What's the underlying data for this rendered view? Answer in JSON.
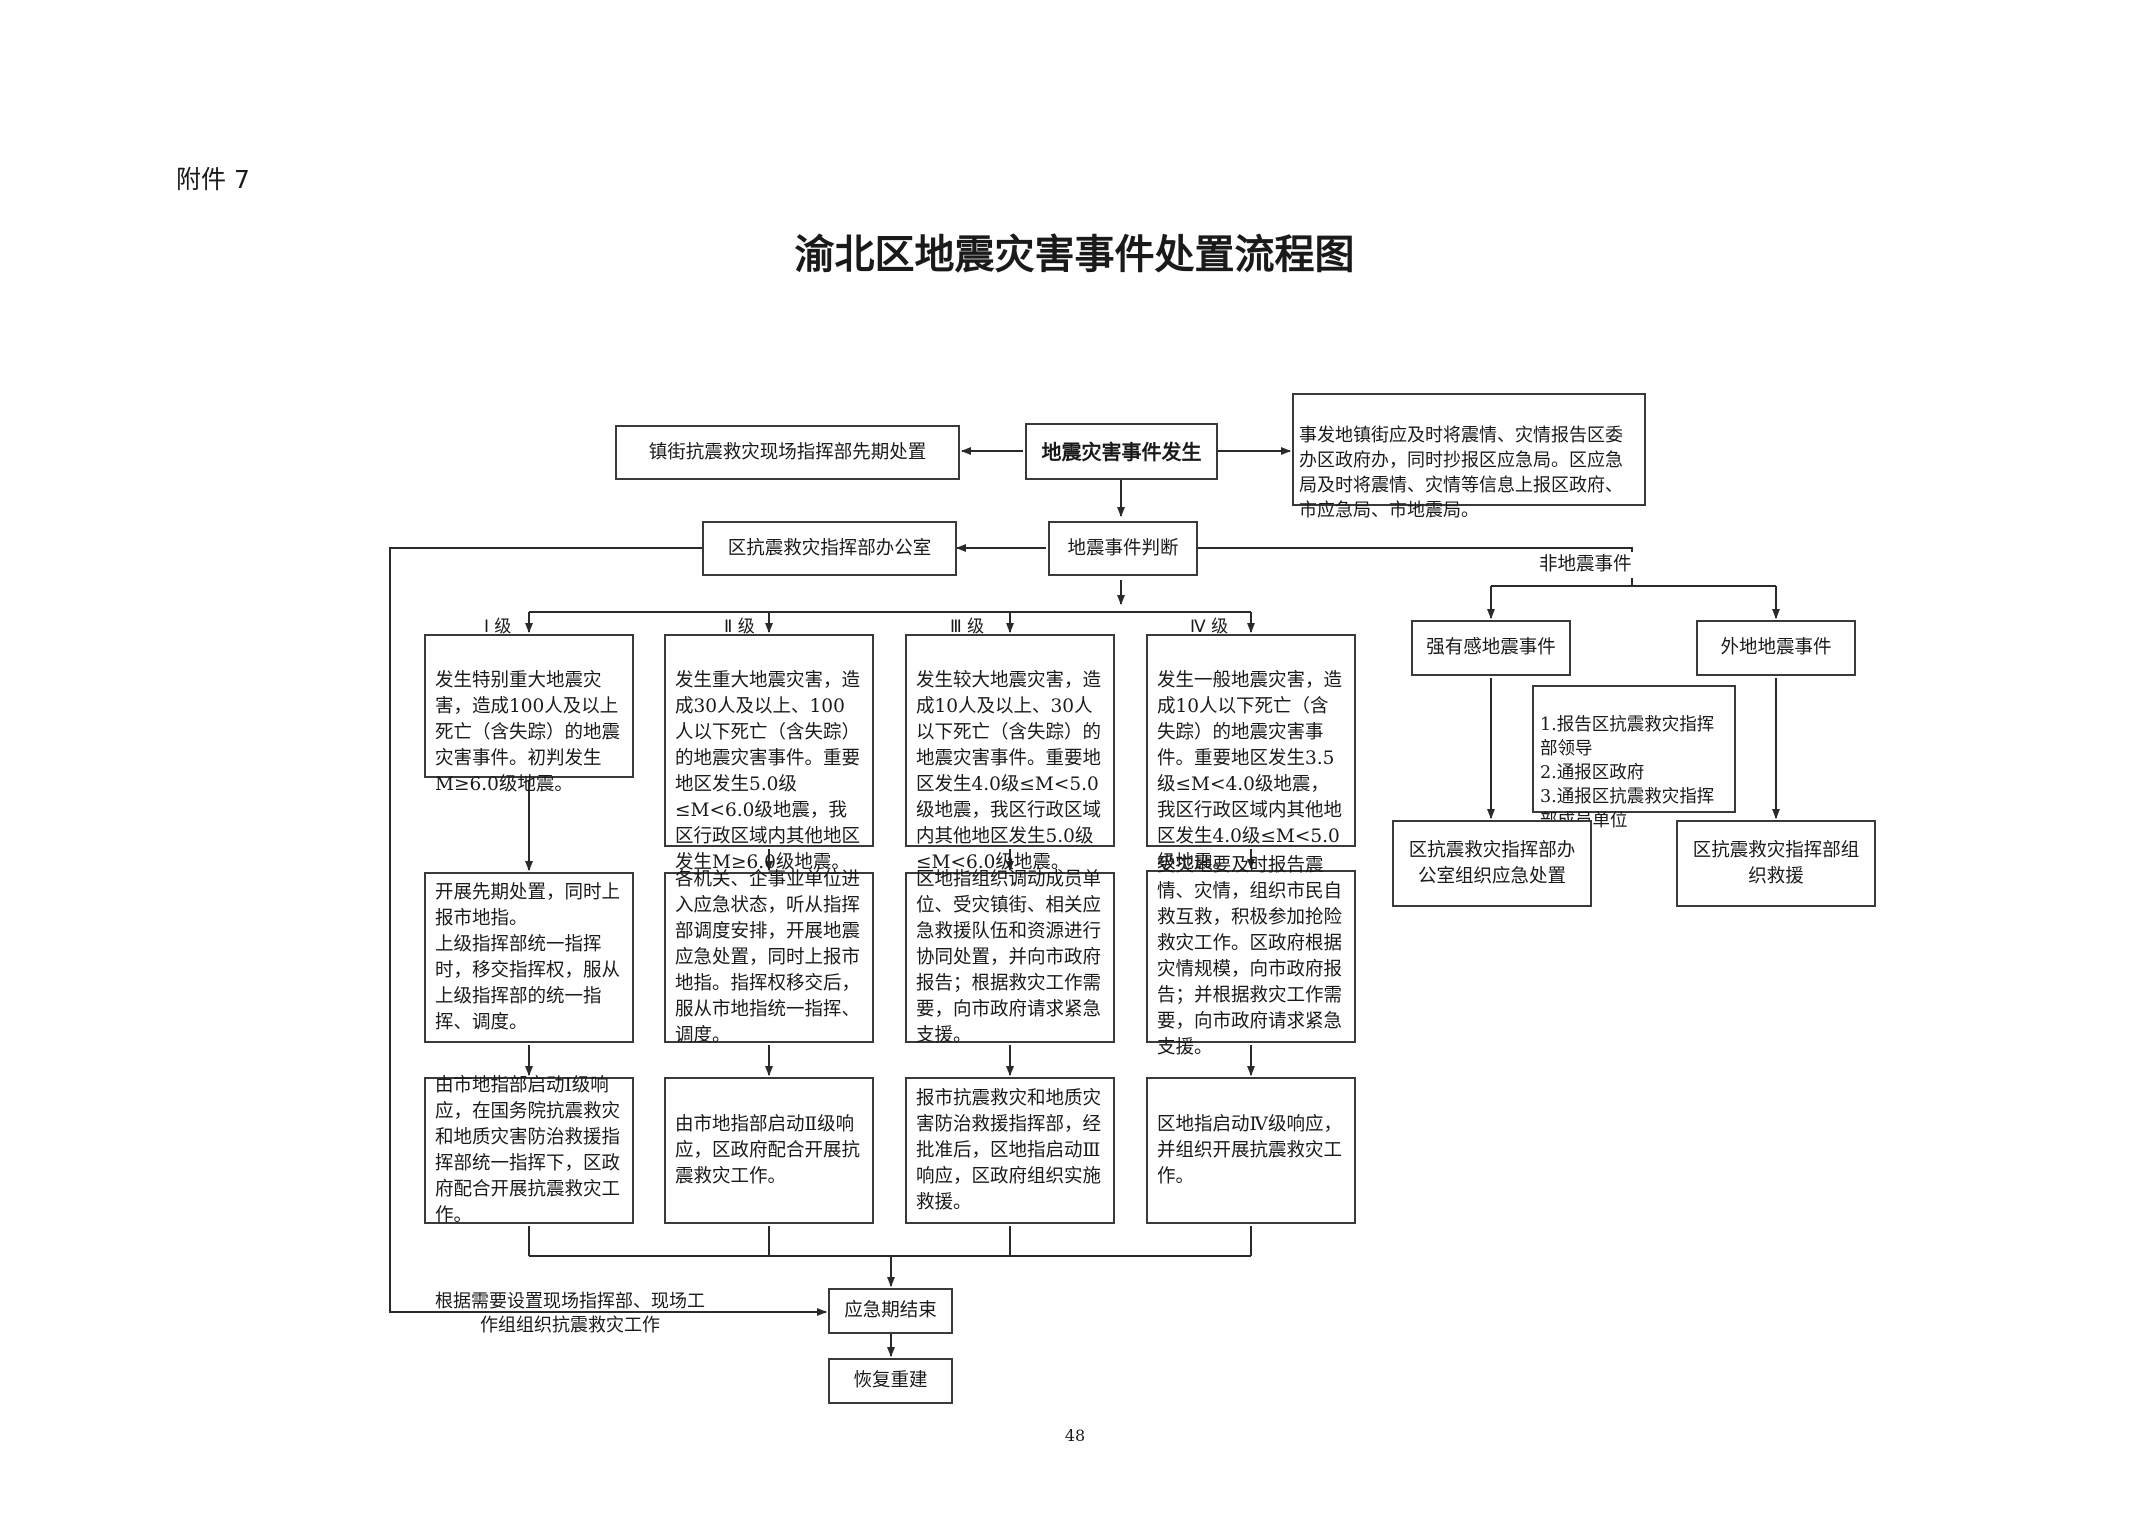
{
  "attachment": "附件 7",
  "title": "渝北区地震灾害事件处置流程图",
  "page_number": "48",
  "nodes": {
    "event": "地震灾害事件发生",
    "town_disposal": "镇街抗震救灾现场指挥部先期处置",
    "report_info": "事发地镇街应及时将震情、灾情报告区委办区政府办，同时抄报区应急局。区应急局及时将震情、灾情等信息上报区政府、市应急局、市地震局。",
    "judge": "地震事件判断",
    "office": "区抗震救灾指挥部办公室",
    "non_quake": "非地震事件",
    "strong_felt": "强有感地震事件",
    "outside_quake": "外地地震事件",
    "report_list": "1.报告区抗震救灾指挥部领导\n2.通报区政府\n3.通报区抗震救灾指挥部成员单位",
    "office_handle": "区抗震救灾指挥部办公室组织应急处置",
    "hq_rescue": "区抗震救灾指挥部组织救援",
    "site_note": "根据需要设置现场指挥部、现场工作组组织抗震救灾工作",
    "end": "应急期结束",
    "rebuild": "恢复重建"
  },
  "levels": [
    {
      "label": "Ⅰ 级",
      "criteria": "发生特别重大地震灾害，造成100人及以上死亡（含失踪）的地震灾害事件。初判发生M≥6.0级地震。",
      "action": "开展先期处置，同时上报市地指。\n上级指挥部统一指挥时，移交指挥权，服从上级指挥部的统一指挥、调度。",
      "response": "由市地指部启动Ⅰ级响应，在国务院抗震救灾和地质灾害防治救援指挥部统一指挥下，区政府配合开展抗震救灾工作。"
    },
    {
      "label": "Ⅱ 级",
      "criteria": "发生重大地震灾害，造成30人及以上、100人以下死亡（含失踪）的地震灾害事件。重要地区发生5.0级≤M<6.0级地震，我区行政区域内其他地区发生M≥6.0级地震。",
      "action": "各机关、企事业单位进入应急状态，听从指挥部调度安排，开展地震应急处置，同时上报市地指。指挥权移交后，服从市地指统一指挥、调度。",
      "response": "由市地指部启动Ⅱ级响应，区政府配合开展抗震救灾工作。"
    },
    {
      "label": "Ⅲ 级",
      "criteria": "发生较大地震灾害，造成10人及以上、30人以下死亡（含失踪）的地震灾害事件。重要地区发生4.0级≤M<5.0级地震，我区行政区域内其他地区发生5.0级≤M<6.0级地震。",
      "action": "区地指组织调动成员单位、受灾镇街、相关应急救援队伍和资源进行协同处置，并向市政府报告；根据救灾工作需要，向市政府请求紧急支援。",
      "response": "报市抗震救灾和地质灾害防治救援指挥部，经批准后，区地指启动Ⅲ响应，区政府组织实施救援。"
    },
    {
      "label": "Ⅳ 级",
      "criteria": "发生一般地震灾害，造成10人以下死亡（含失踪）的地震灾害事件。重要地区发生3.5级≤M<4.0级地震，我区行政区域内其他地区发生4.0级≤M<5.0级地震。",
      "action": "受灾地要及时报告震情、灾情，组织市民自救互救，积极参加抢险救灾工作。区政府根据灾情规模，向市政府报告；并根据救灾工作需要，向市政府请求紧急支援。",
      "response": "区地指启动Ⅳ级响应，并组织开展抗震救灾工作。"
    }
  ]
}
